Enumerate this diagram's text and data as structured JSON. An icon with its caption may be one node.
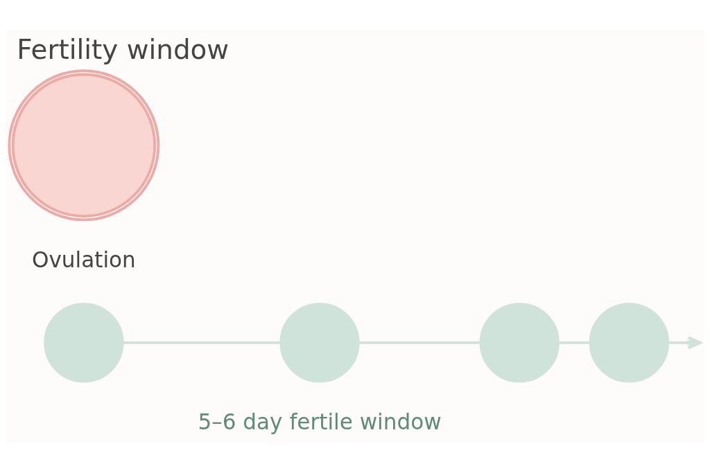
{
  "diagram": {
    "title": "Fertility window",
    "nodes": [
      {
        "text": [],
        "shape": "circle"
      },
      {
        "text": [],
        "shape": "circle"
      },
      {
        "text": [],
        "shape": "circle"
      },
      {
        "text": [],
        "shape": "circle"
      },
      {
        "text": [],
        "shape": "circle",
        "beside": [
          "Ovulation"
        ]
      }
    ],
    "edges": [
      {
        "from": 0,
        "to": 1,
        "arrow": "none"
      },
      {
        "from": 1,
        "to": 2,
        "arrow": "none"
      },
      {
        "from": 2,
        "to": 3,
        "arrow": "none"
      },
      {
        "from": 3,
        "to": null,
        "arrow": "to"
      }
    ],
    "labels": [
      "5–6 day fertile window"
    ]
  }
}
